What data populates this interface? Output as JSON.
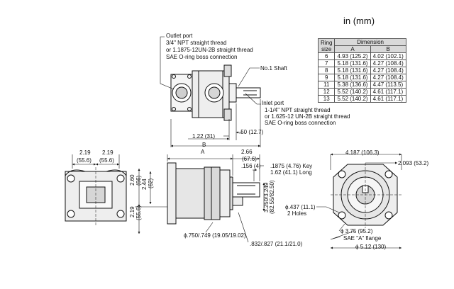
{
  "unit_label": "in (mm)",
  "table": {
    "header_ring": "Ring\nsize",
    "header_ring_1": "Ring",
    "header_ring_2": "size",
    "header_dimension": "Dimension",
    "col_a": "A",
    "col_b": "B",
    "rows": [
      {
        "ring": "6",
        "a": "4.93 (125.2)",
        "b": "4.02 (102.1)"
      },
      {
        "ring": "7",
        "a": "5.18 (131.6)",
        "b": "4.27 (108.4)"
      },
      {
        "ring": "8",
        "a": "5.18 (131.6)",
        "b": "4.27 (108.4)"
      },
      {
        "ring": "9",
        "a": "5.18 (131.6)",
        "b": "4.27 (108.4)"
      },
      {
        "ring": "11",
        "a": "5.38 (136.6)",
        "b": "4.47 (113.5)"
      },
      {
        "ring": "12",
        "a": "5.52 (140.2)",
        "b": "4.61 (117.1)"
      },
      {
        "ring": "13",
        "a": "5.52 (140.2)",
        "b": "4.61 (117.1)"
      }
    ]
  },
  "outlet": {
    "l1": "Outlet port",
    "l2": "3/4\" NPT straight thread",
    "l3": "or 1.1875-12UN-2B straight thread",
    "l4": "SAE O-ring boss connection"
  },
  "shaft": "No.1 Shaft",
  "inlet": {
    "l1": "Inlet port",
    "l2": "1-1/4\" NPT straight thread",
    "l3": "or 1.625-12 UN-2B straight thread",
    "l4": "SAE O-ring boss connection"
  },
  "dims": {
    "d122": "1.22 (31)",
    "d050": ".50 (12.7)",
    "dimB": "B",
    "dimA": "A",
    "d219a": "2.19",
    "d556a": "(55.6)",
    "d219b": "2.19",
    "d556b": "(55.6)",
    "d266": "2.66",
    "d676": "(67.6)",
    "d156": ".156 (4)",
    "key1": ".1875 (4.76) Key",
    "key2": "1.62 (41.1) Long",
    "d260": "2.60",
    "d66": "(66)",
    "d244": "2.44",
    "d62": "(62)",
    "d219c": "2.19",
    "d556c": "(55.6)",
    "shaftdia1": "3.250/3.249",
    "shaftdia2": "(82.55/82.50)",
    "pilot": "ϕ.750/.749 (19.05/19.02)",
    "d832": ".832/.827 (21.1/21.0)",
    "d4187": "4.187 (106.3)",
    "d2093": "2.093 (53.2)",
    "hole1": "ϕ.437 (11.1)",
    "hole2": "2 Holes",
    "d375": "ϕ 3.75 (95.2)",
    "flange": "SAE \"A\" flange",
    "d512": "ϕ 5.12 (130)"
  }
}
